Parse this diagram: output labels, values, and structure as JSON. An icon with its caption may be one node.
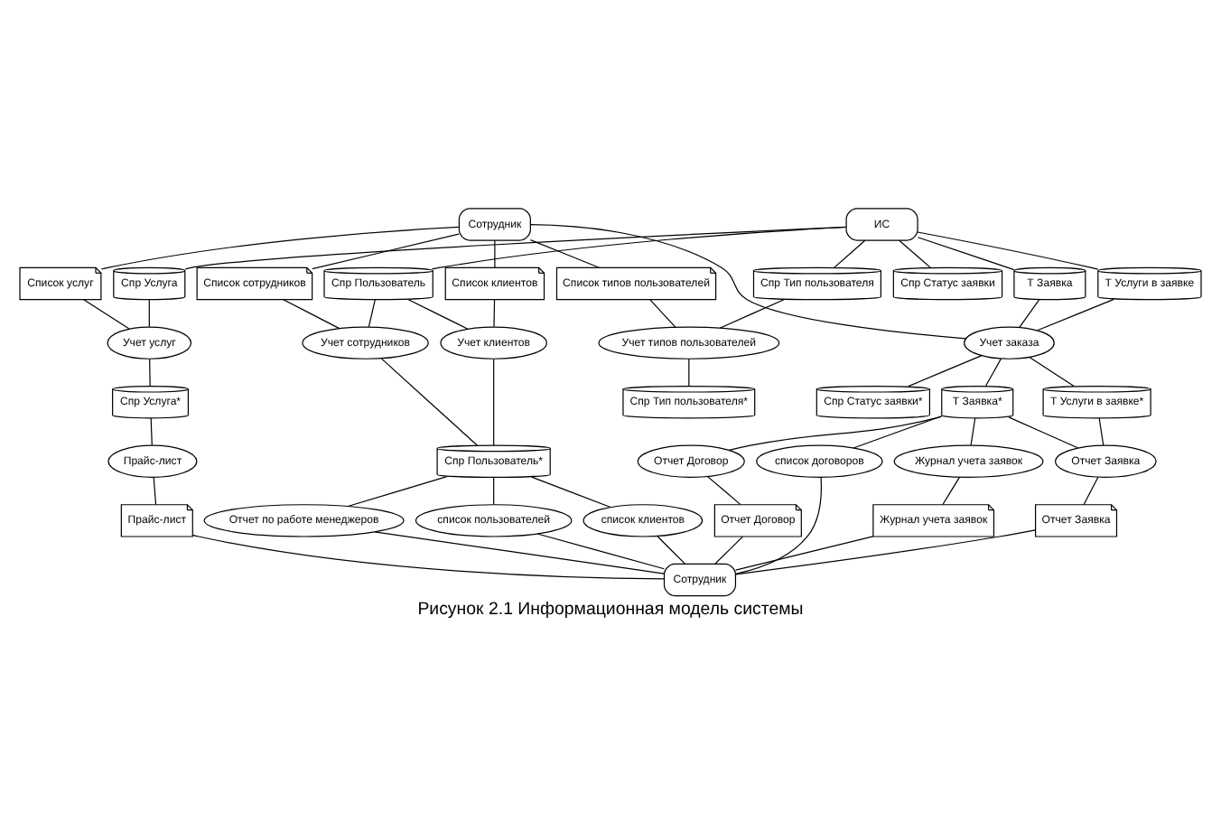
{
  "diagram": {
    "caption": "Рисунок 2.1 Информационная модель системы",
    "nodes": [
      {
        "text": [
          "ИС"
        ]
      },
      {
        "text": [
          "Сотрудник"
        ]
      },
      {
        "text": [
          "Спр Услуга"
        ]
      },
      {
        "text": [
          "Спр Статус заявки"
        ]
      },
      {
        "text": [
          "Спр Пользователь"
        ]
      },
      {
        "text": [
          "Т Услуги в заявке"
        ]
      },
      {
        "text": [
          "Спр Тип пользователя"
        ]
      },
      {
        "text": [
          "Т Заявка"
        ]
      },
      {
        "text": [
          "Список сотрудников"
        ]
      },
      {
        "text": [
          "Список услуг"
        ]
      },
      {
        "text": [
          "Список клиентов"
        ]
      },
      {
        "text": [
          "Список типов пользователей"
        ]
      },
      {
        "text": [
          "Учет сотрудников"
        ]
      },
      {
        "text": [
          "Учет услуг"
        ]
      },
      {
        "text": [
          "Учет клиентов"
        ]
      },
      {
        "text": [
          "Учет типов пользователей"
        ]
      },
      {
        "text": [
          "Учет заказа"
        ]
      },
      {
        "text": [
          "Спр Тип пользователя*"
        ]
      },
      {
        "text": [
          "Спр Пользователь*"
        ]
      },
      {
        "text": [
          "Спр Статус заявки*"
        ]
      },
      {
        "text": [
          "Т Заявка*"
        ]
      },
      {
        "text": [
          "Т Услуги в заявке*"
        ]
      },
      {
        "text": [
          "Спр Услуга*"
        ]
      },
      {
        "text": [
          "Журнал учета заявок"
        ]
      },
      {
        "text": [
          "Прайс-лист"
        ]
      },
      {
        "text": [
          "Отчет по работе менеджеров"
        ]
      },
      {
        "text": [
          "список пользователей"
        ]
      },
      {
        "text": [
          "список клиентов"
        ]
      },
      {
        "text": [
          "список договоров"
        ]
      },
      {
        "text": [
          "Отчет Заявка"
        ]
      },
      {
        "text": [
          "Отчет Договор"
        ]
      },
      {
        "text": [
          "Журнал учета заявок"
        ]
      },
      {
        "text": [
          "Прайс-лист"
        ]
      },
      {
        "text": [
          "Отчет Заявка"
        ]
      },
      {
        "text": [
          "Отчет Договор"
        ]
      },
      {
        "text": [
          "Сотрудник"
        ]
      }
    ],
    "edges": [
      {
        "from": 0,
        "to": 2,
        "arrow": "none"
      },
      {
        "from": 0,
        "to": 3,
        "arrow": "none"
      },
      {
        "from": 0,
        "to": 4,
        "arrow": "none"
      },
      {
        "from": 0,
        "to": 5,
        "arrow": "none"
      },
      {
        "from": 0,
        "to": 6,
        "arrow": "none"
      },
      {
        "from": 0,
        "to": 7,
        "arrow": "none"
      },
      {
        "from": 1,
        "to": 8,
        "arrow": "none"
      },
      {
        "from": 1,
        "to": 9,
        "arrow": "none"
      },
      {
        "from": 1,
        "to": 10,
        "arrow": "none"
      },
      {
        "from": 1,
        "to": 11,
        "arrow": "none"
      },
      {
        "from": 1,
        "to": 16,
        "arrow": "none"
      },
      {
        "from": 8,
        "to": 12,
        "arrow": "none"
      },
      {
        "from": 9,
        "to": 13,
        "arrow": "none"
      },
      {
        "from": 10,
        "to": 14,
        "arrow": "none"
      },
      {
        "from": 11,
        "to": 15,
        "arrow": "none"
      },
      {
        "from": 4,
        "to": 12,
        "arrow": "none"
      },
      {
        "from": 2,
        "to": 13,
        "arrow": "none"
      },
      {
        "from": 4,
        "to": 14,
        "arrow": "none"
      },
      {
        "from": 6,
        "to": 15,
        "arrow": "none"
      },
      {
        "from": 7,
        "to": 16,
        "arrow": "none"
      },
      {
        "from": 5,
        "to": 16,
        "arrow": "none"
      },
      {
        "from": 12,
        "to": 18,
        "arrow": "none"
      },
      {
        "from": 13,
        "to": 22,
        "arrow": "none"
      },
      {
        "from": 14,
        "to": 18,
        "arrow": "none"
      },
      {
        "from": 15,
        "to": 17,
        "arrow": "none"
      },
      {
        "from": 16,
        "to": 19,
        "arrow": "none"
      },
      {
        "from": 16,
        "to": 20,
        "arrow": "none"
      },
      {
        "from": 16,
        "to": 21,
        "arrow": "none"
      },
      {
        "from": 20,
        "to": 23,
        "arrow": "none"
      },
      {
        "from": 22,
        "to": 24,
        "arrow": "none"
      },
      {
        "from": 18,
        "to": 25,
        "arrow": "none"
      },
      {
        "from": 18,
        "to": 26,
        "arrow": "none"
      },
      {
        "from": 18,
        "to": 27,
        "arrow": "none"
      },
      {
        "from": 20,
        "to": 28,
        "arrow": "none"
      },
      {
        "from": 20,
        "to": 29,
        "arrow": "none"
      },
      {
        "from": 21,
        "to": 29,
        "arrow": "none"
      },
      {
        "from": 20,
        "to": 30,
        "arrow": "none"
      },
      {
        "from": 23,
        "to": 31,
        "arrow": "none"
      },
      {
        "from": 24,
        "to": 32,
        "arrow": "none"
      },
      {
        "from": 29,
        "to": 33,
        "arrow": "none"
      },
      {
        "from": 30,
        "to": 34,
        "arrow": "none"
      },
      {
        "from": 31,
        "to": 35,
        "arrow": "none"
      },
      {
        "from": 32,
        "to": 35,
        "arrow": "none"
      },
      {
        "from": 25,
        "to": 35,
        "arrow": "none"
      },
      {
        "from": 26,
        "to": 35,
        "arrow": "none"
      },
      {
        "from": 27,
        "to": 35,
        "arrow": "none"
      },
      {
        "from": 28,
        "to": 35,
        "arrow": "none"
      },
      {
        "from": 33,
        "to": 35,
        "arrow": "none"
      },
      {
        "from": 34,
        "to": 35,
        "arrow": "none"
      }
    ]
  }
}
